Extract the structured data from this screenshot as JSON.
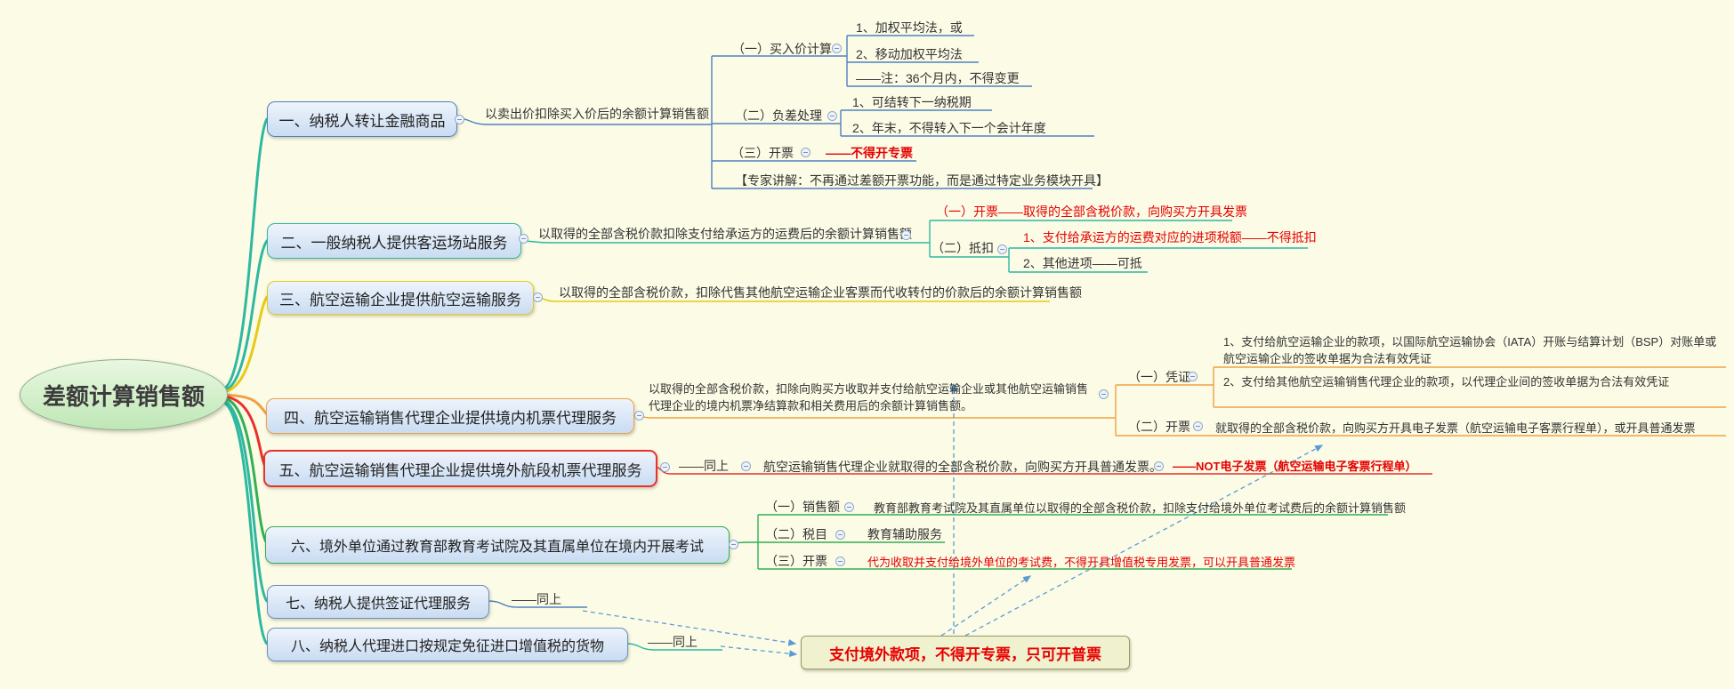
{
  "root": {
    "label": "差额计算销售额"
  },
  "b1": {
    "title": "一、纳税人转让金融商品",
    "label": "以卖出价扣除买入价后的余额计算销售额",
    "s1": {
      "title": "（一）买入价计算",
      "c1": "1、加权平均法，或",
      "c2": "2、移动加权平均法",
      "c3": "——注：36个月内，不得变更"
    },
    "s2": {
      "title": "（二）负差处理",
      "c1": "1、可结转下一纳税期",
      "c2": "2、年末，不得转入下一个会计年度"
    },
    "s3": {
      "title": "（三）开票",
      "c1": "——不得开专票"
    },
    "note": "【专家讲解：不再通过差额开票功能，而是通过特定业务模块开具】"
  },
  "b2": {
    "title": "二、一般纳税人提供客运场站服务",
    "label": "以取得的全部含税价款扣除支付给承运方的运费后的余额计算销售额",
    "s1": "（一）开票——取得的全部含税价款，向购买方开具发票",
    "s2": {
      "title": "（二）抵扣",
      "c1": "1、支付给承运方的运费对应的进项税额——不得抵扣",
      "c2": "2、其他进项——可抵"
    }
  },
  "b3": {
    "title": "三、航空运输企业提供航空运输服务",
    "label": "以取得的全部含税价款，扣除代售其他航空运输企业客票而代收转付的价款后的余额计算销售额"
  },
  "b4": {
    "title": "四、航空运输销售代理企业提供境内机票代理服务",
    "label": "以取得的全部含税价款，扣除向购买方收取并支付给航空运输企业或其他航空运输销售代理企业的境内机票净结算款和相关费用后的余额计算销售额。",
    "s1": {
      "title": "（一）凭证",
      "c1": "1、支付给航空运输企业的款项，以国际航空运输协会（IATA）开账与结算计划（BSP）对账单或航空运输企业的签收单据为合法有效凭证",
      "c2": "2、支付给其他航空运输销售代理企业的款项，以代理企业间的签收单据为合法有效凭证"
    },
    "s2": {
      "title": "（二）开票",
      "c1": "就取得的全部含税价款，向购买方开具电子发票（航空运输电子客票行程单），或开具普通发票"
    }
  },
  "b5": {
    "title": "五、航空运输销售代理企业提供境外航段机票代理服务",
    "label": "——同上",
    "c1": "航空运输销售代理企业就取得的全部含税价款，向购买方开具普通发票。",
    "c2": "——NOT电子发票（航空运输电子客票行程单）"
  },
  "b6": {
    "title": "六、境外单位通过教育部教育考试院及其直属单位在境内开展考试",
    "s1": {
      "title": "（一）销售额",
      "c1": "教育部教育考试院及其直属单位以取得的全部含税价款，扣除支付给境外单位考试费后的余额计算销售额"
    },
    "s2": {
      "title": "（二）税目",
      "c1": "教育辅助服务"
    },
    "s3": {
      "title": "（三）开票",
      "c1": "代为收取并支付给境外单位的考试费，不得开具增值税专用发票，可以开具普通发票"
    }
  },
  "b7": {
    "title": "七、纳税人提供签证代理服务",
    "label": "——同上"
  },
  "b8": {
    "title": "八、纳税人代理进口按规定免征进口增值税的货物",
    "label": "——同上"
  },
  "callout": {
    "label": "支付境外款项，不得开专票，只可开普票"
  },
  "colors": {
    "background": "#fbfbe6",
    "branch_blue": "#4f81bd",
    "branch_teal": "#2eb8a0",
    "branch_yellow": "#e8c913",
    "branch_orange": "#f0a143",
    "branch_red": "#e8322b",
    "branch_green": "#33b054",
    "warning_text": "#e60000",
    "arrow_dashed": "#5b9bd5",
    "callout_bg": "#f0f2cf"
  }
}
